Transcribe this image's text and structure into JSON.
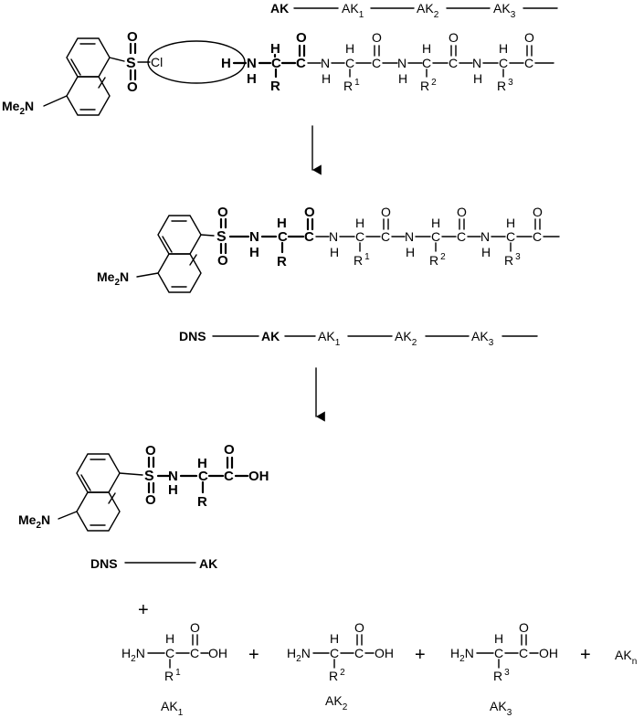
{
  "chain_labels": {
    "ak": "AK",
    "ak1": "AK",
    "ak1_sub": "1",
    "ak2": "AK",
    "ak2_sub": "2",
    "ak3": "AK",
    "ak3_sub": "3",
    "dns": "DNS",
    "akn": "AK",
    "akn_sub": "n"
  },
  "atoms": {
    "me2n_pre": "Me",
    "me2n_sub": "2",
    "me2n_post": "N",
    "s": "S",
    "o": "O",
    "cl": "Cl",
    "h": "H",
    "n": "N",
    "nh": "NH",
    "c": "C",
    "r": "R",
    "r_sup1": "1",
    "r_sup2": "2",
    "r_sup3": "3",
    "oh": "OH",
    "h2n_pre": "H",
    "h2n_sub": "2",
    "h2n_post": "N"
  },
  "operators": {
    "plus": "+"
  }
}
